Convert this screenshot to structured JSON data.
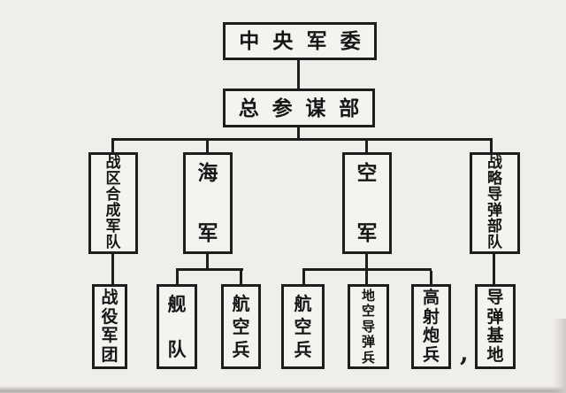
{
  "diagram": {
    "root": {
      "label": "中央军委"
    },
    "staff": {
      "label": "总参谋部"
    },
    "branches": [
      {
        "label": "战区合成军队"
      },
      {
        "label": "海军"
      },
      {
        "label": "空军"
      },
      {
        "label": "战略导弹部队"
      }
    ],
    "units": [
      {
        "label": "战役军团"
      },
      {
        "label": "舰队"
      },
      {
        "label": "航空兵"
      },
      {
        "label": "航空兵"
      },
      {
        "label": "地空导弹兵"
      },
      {
        "label": "高射炮兵"
      },
      {
        "label": "导弹基地"
      }
    ],
    "stray_mark": ",",
    "colors": {
      "line": "#1d1d1d",
      "background": "#f0eeeb",
      "box_fill": "#f5f3f0",
      "text": "#161616"
    }
  }
}
